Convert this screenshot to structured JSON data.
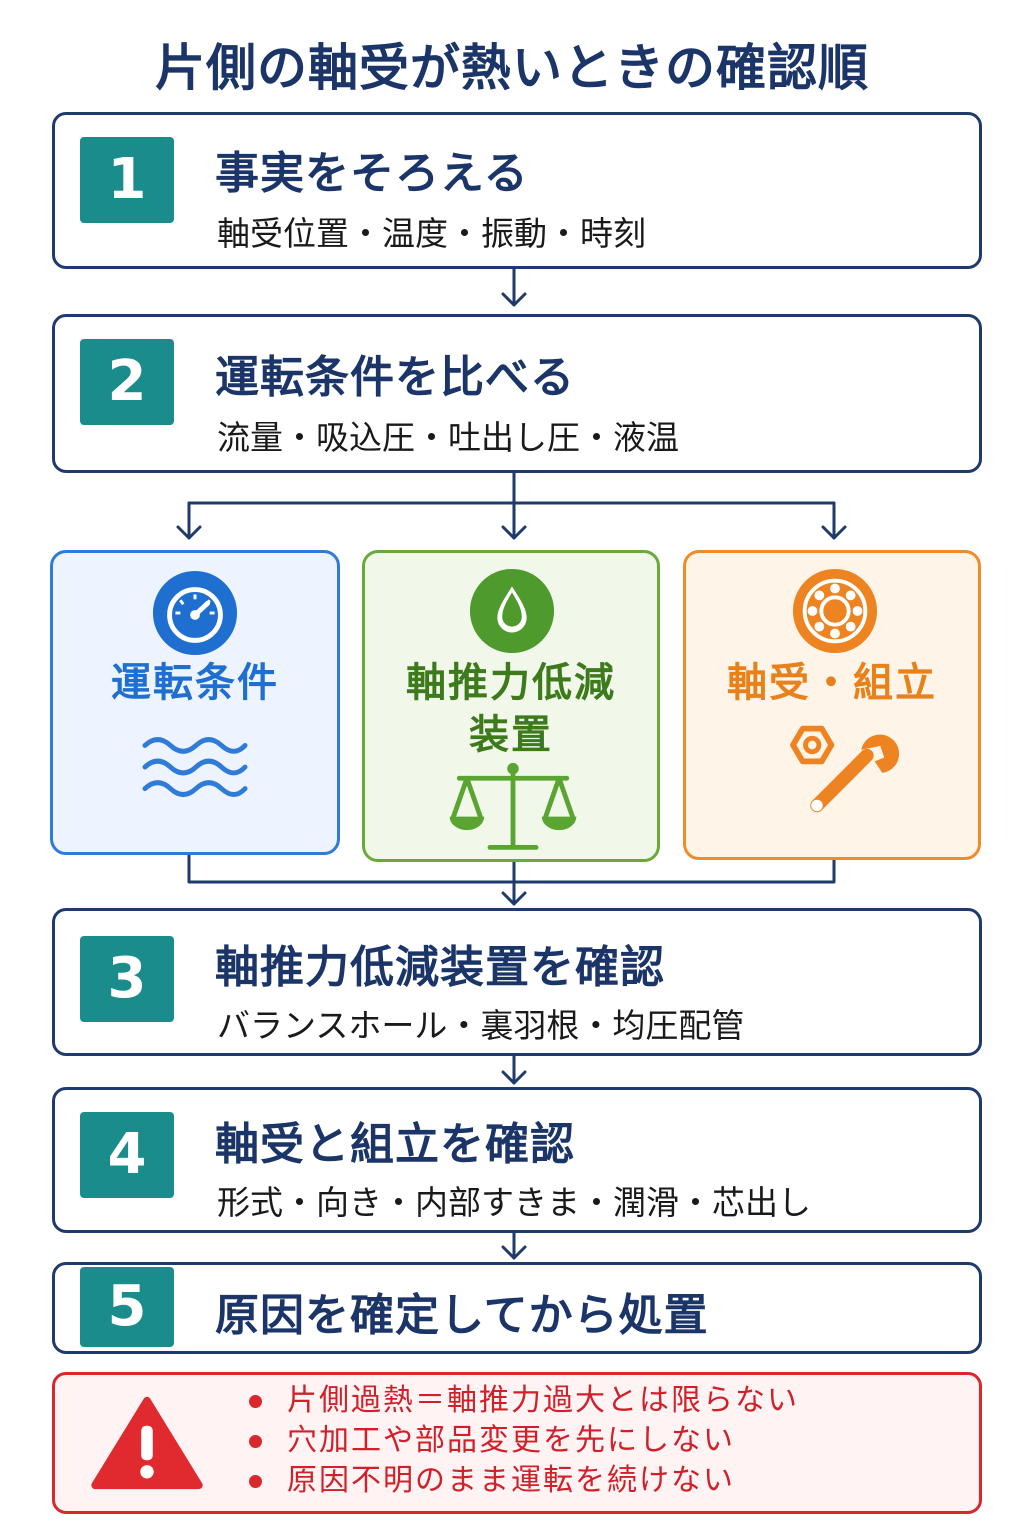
{
  "title": "片側の軸受が熱いときの確認順",
  "steps": [
    {
      "number": "1",
      "title": "事実をそろえる",
      "detail": "軸受位置・温度・振動・時刻"
    },
    {
      "number": "2",
      "title": "運転条件を比べる",
      "detail": "流量・吸込圧・吐出し圧・液温"
    },
    {
      "number": "3",
      "title": "軸推力低減装置を確認",
      "detail": "バランスホール・裏羽根・均圧配管"
    },
    {
      "number": "4",
      "title": "軸受と組立を確認",
      "detail": "形式・向き・内部すきま・潤滑・芯出し"
    },
    {
      "number": "5",
      "title": "原因を確定してから処置",
      "detail": ""
    }
  ],
  "categories": [
    {
      "label": "運転条件",
      "icons": [
        "gauge-icon",
        "waves-icon"
      ],
      "color": "#1f6fd1",
      "bg": "#edf4ff"
    },
    {
      "label_lines": [
        "軸推力低減",
        "装置"
      ],
      "icons": [
        "droplet-icon",
        "balance-scale-icon"
      ],
      "color": "#3d7a1c",
      "bg": "#f1f8ea",
      "border": "#6aaa3a"
    },
    {
      "label": "軸受・組立",
      "icons": [
        "bearing-icon",
        "wrench-nut-icon"
      ],
      "color": "#e8811a",
      "bg": "#fff4e8"
    }
  ],
  "warning": {
    "icon": "warning-triangle-icon",
    "items": [
      "片側過熱＝軸推力過大とは限らない",
      "穴加工や部品変更を先にしない",
      "原因不明のまま運転を続けない"
    ]
  }
}
